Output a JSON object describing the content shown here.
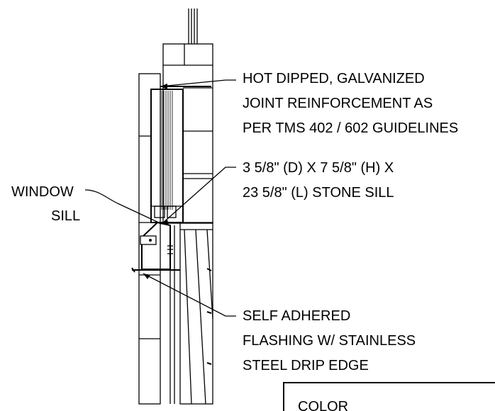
{
  "callouts": {
    "joint_reinforcement": [
      "HOT DIPPED, GALVANIZED",
      "JOINT REINFORCEMENT AS",
      "PER TMS 402 / 602 GUIDELINES"
    ],
    "stone_sill": [
      "3 5/8\" (D) X 7 5/8\" (H) X",
      "23 5/8\" (L) STONE SILL"
    ],
    "window_sill": [
      "WINDOW",
      "SILL"
    ],
    "flashing": [
      "SELF ADHERED",
      "FLASHING W/ STAINLESS",
      "STEEL DRIP EDGE"
    ]
  },
  "title_block": {
    "label": "COLOR"
  }
}
